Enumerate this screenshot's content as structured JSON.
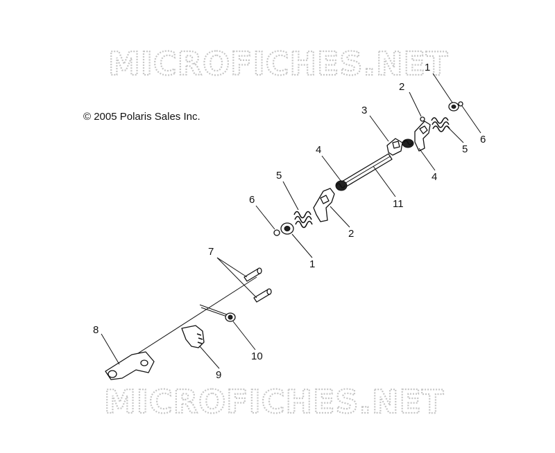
{
  "diagram": {
    "watermark": "MICROFICHES.NET",
    "copyright": "© 2005 Polaris Sales Inc.",
    "callouts": [
      {
        "id": "c1a",
        "label": "1"
      },
      {
        "id": "c2a",
        "label": "2"
      },
      {
        "id": "c3",
        "label": "3"
      },
      {
        "id": "c4a",
        "label": "4"
      },
      {
        "id": "c4b",
        "label": "4"
      },
      {
        "id": "c5a",
        "label": "5"
      },
      {
        "id": "c5b",
        "label": "5"
      },
      {
        "id": "c6a",
        "label": "6"
      },
      {
        "id": "c6b",
        "label": "6"
      },
      {
        "id": "c11",
        "label": "11"
      },
      {
        "id": "c2b",
        "label": "2"
      },
      {
        "id": "c1b",
        "label": "1"
      },
      {
        "id": "c7",
        "label": "7"
      },
      {
        "id": "c8",
        "label": "8"
      },
      {
        "id": "c9",
        "label": "9"
      },
      {
        "id": "c10",
        "label": "10"
      }
    ]
  }
}
